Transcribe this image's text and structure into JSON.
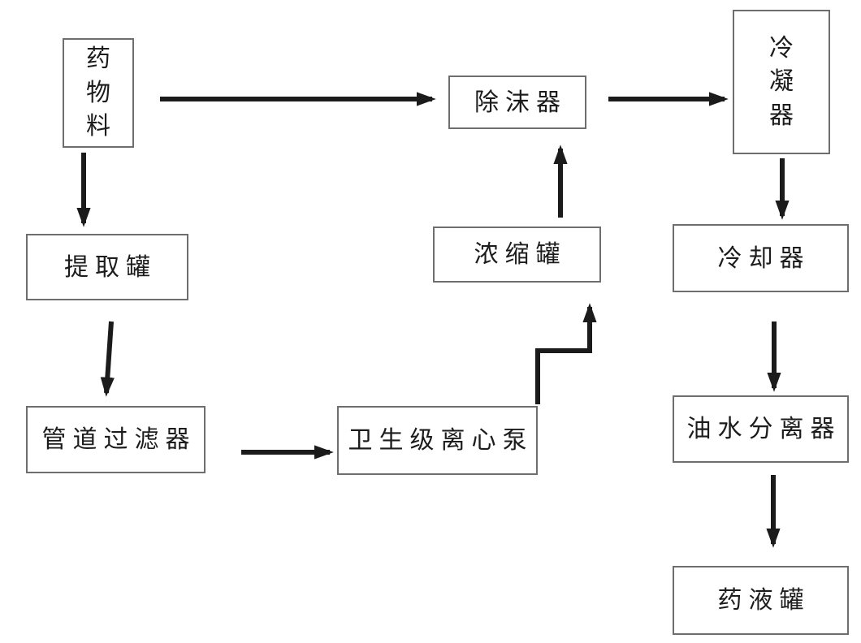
{
  "diagram": {
    "type": "process-flowchart",
    "language": "zh-CN",
    "background_color": "#ffffff",
    "box_border_color": "#6e6e6e",
    "arrow_color": "#1b1b1b",
    "text_color": "#1c1c1c",
    "nodes": [
      {
        "id": "drug-material",
        "label": "药物料",
        "orientation": "vertical"
      },
      {
        "id": "extraction-tank",
        "label": "提取罐",
        "orientation": "horizontal"
      },
      {
        "id": "pipeline-filter",
        "label": "管道过滤器",
        "orientation": "horizontal"
      },
      {
        "id": "sanitary-centrifugal-pump",
        "label": "卫生级离心泵",
        "orientation": "horizontal"
      },
      {
        "id": "concentration-tank",
        "label": "浓缩罐",
        "orientation": "horizontal"
      },
      {
        "id": "demister",
        "label": "除沫器",
        "orientation": "horizontal"
      },
      {
        "id": "condenser",
        "label": "冷凝器",
        "orientation": "vertical"
      },
      {
        "id": "cooler",
        "label": "冷却器",
        "orientation": "horizontal"
      },
      {
        "id": "oil-water-separator",
        "label": "油水分离器",
        "orientation": "horizontal"
      },
      {
        "id": "medicine-liquid-tank",
        "label": "药液罐",
        "orientation": "horizontal"
      }
    ],
    "edges": [
      {
        "from": "药物料",
        "to": "除沫器",
        "shape": "straight"
      },
      {
        "from": "药物料",
        "to": "提取罐",
        "shape": "straight"
      },
      {
        "from": "提取罐",
        "to": "管道过滤器",
        "shape": "straight"
      },
      {
        "from": "管道过滤器",
        "to": "卫生级离心泵",
        "shape": "straight"
      },
      {
        "from": "卫生级离心泵",
        "to": "浓缩罐",
        "shape": "elbow"
      },
      {
        "from": "浓缩罐",
        "to": "除沫器",
        "shape": "straight"
      },
      {
        "from": "除沫器",
        "to": "冷凝器",
        "shape": "straight"
      },
      {
        "from": "冷凝器",
        "to": "冷却器",
        "shape": "straight"
      },
      {
        "from": "冷却器",
        "to": "油水分离器",
        "shape": "straight"
      },
      {
        "from": "油水分离器",
        "to": "药液罐",
        "shape": "straight"
      }
    ]
  }
}
